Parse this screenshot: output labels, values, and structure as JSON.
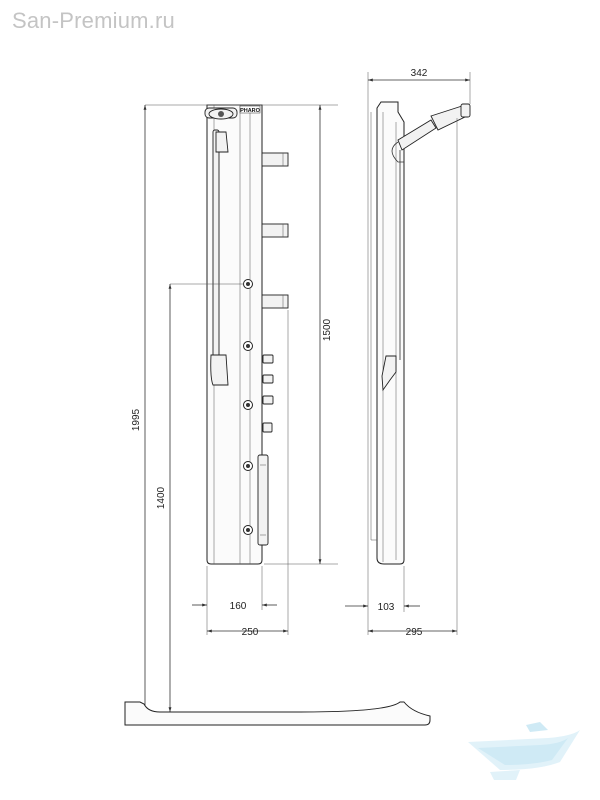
{
  "watermark": {
    "site": "San-Premium.ru"
  },
  "brand_label": "PHARO",
  "dimensions": {
    "top_depth": "342",
    "total_height": "1995",
    "panel_height": "1500",
    "nozzle_height": "1400",
    "front_inner_width": "160",
    "front_width": "250",
    "side_depth": "103",
    "side_total_depth": "295"
  },
  "colors": {
    "line": "#333333",
    "watermark": "#c4c4c4",
    "logo": "#bfe3f2"
  },
  "icons": {
    "logo": "bathtub-logo-icon"
  }
}
